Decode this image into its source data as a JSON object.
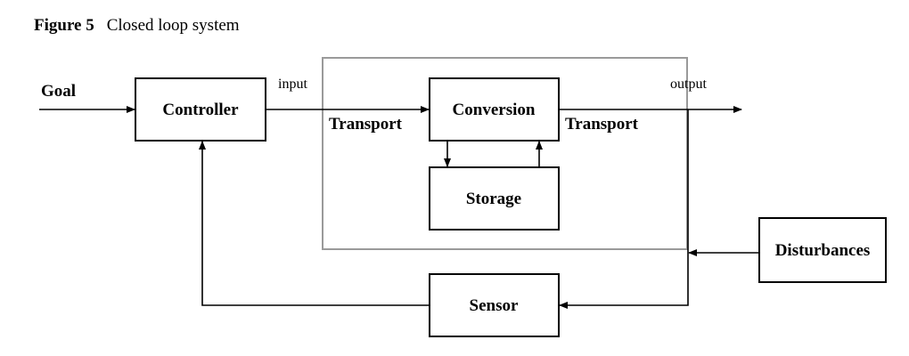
{
  "caption": {
    "figure_label": "Figure 5",
    "title": "Closed loop system"
  },
  "diagram": {
    "signals": {
      "goal": "Goal",
      "input": "input",
      "output": "output",
      "transport_left": "Transport",
      "transport_right": "Transport"
    },
    "blocks": {
      "controller": "Controller",
      "conversion": "Conversion",
      "storage": "Storage",
      "sensor": "Sensor",
      "disturbances": "Disturbances"
    },
    "colors": {
      "stroke": "#000000",
      "process_frame": "#9a9a9a",
      "background": "#ffffff"
    }
  }
}
